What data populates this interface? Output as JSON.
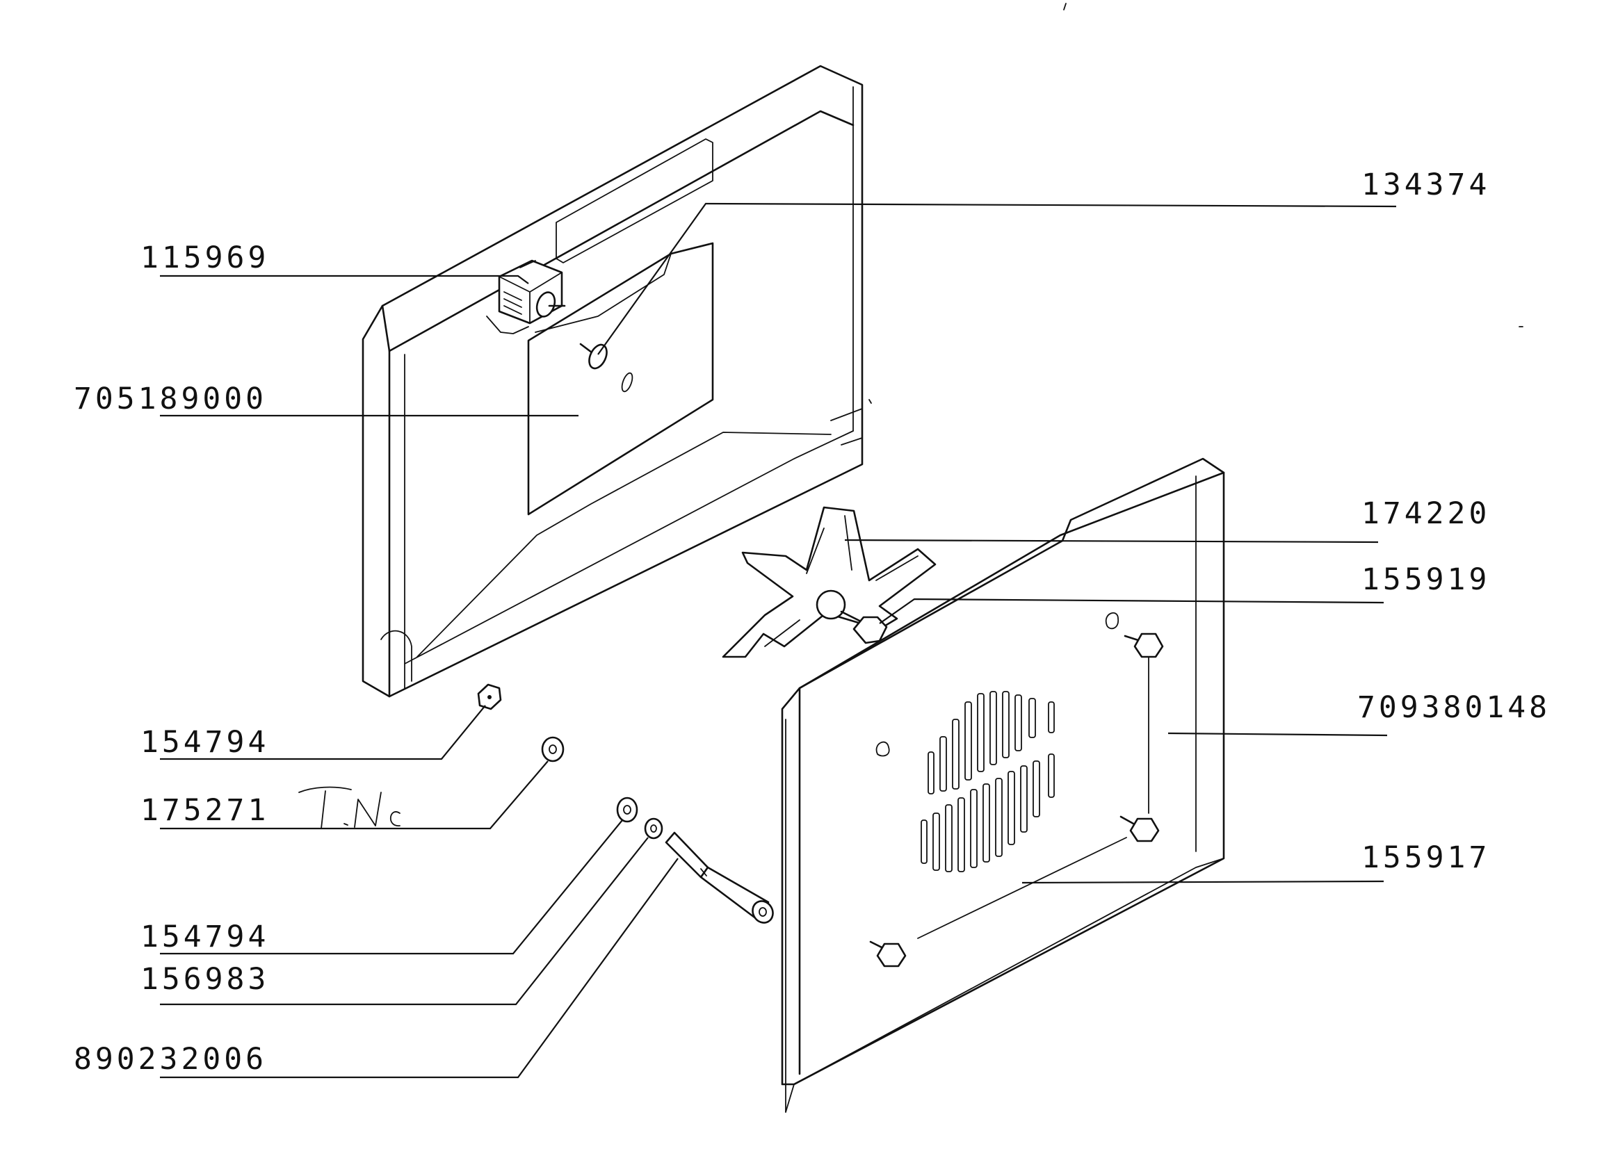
{
  "diagram": {
    "labels": {
      "p134374": "134374",
      "p115969": "115969",
      "p705189000": "705189000",
      "p174220": "174220",
      "p155919": "155919",
      "p709380148": "709380148",
      "p154794_a": "154794",
      "p175271": "175271",
      "p155917": "155917",
      "p154794_b": "154794",
      "p156983": "156983",
      "p890232006": "890232006"
    },
    "handwriting": "T.Nc"
  }
}
